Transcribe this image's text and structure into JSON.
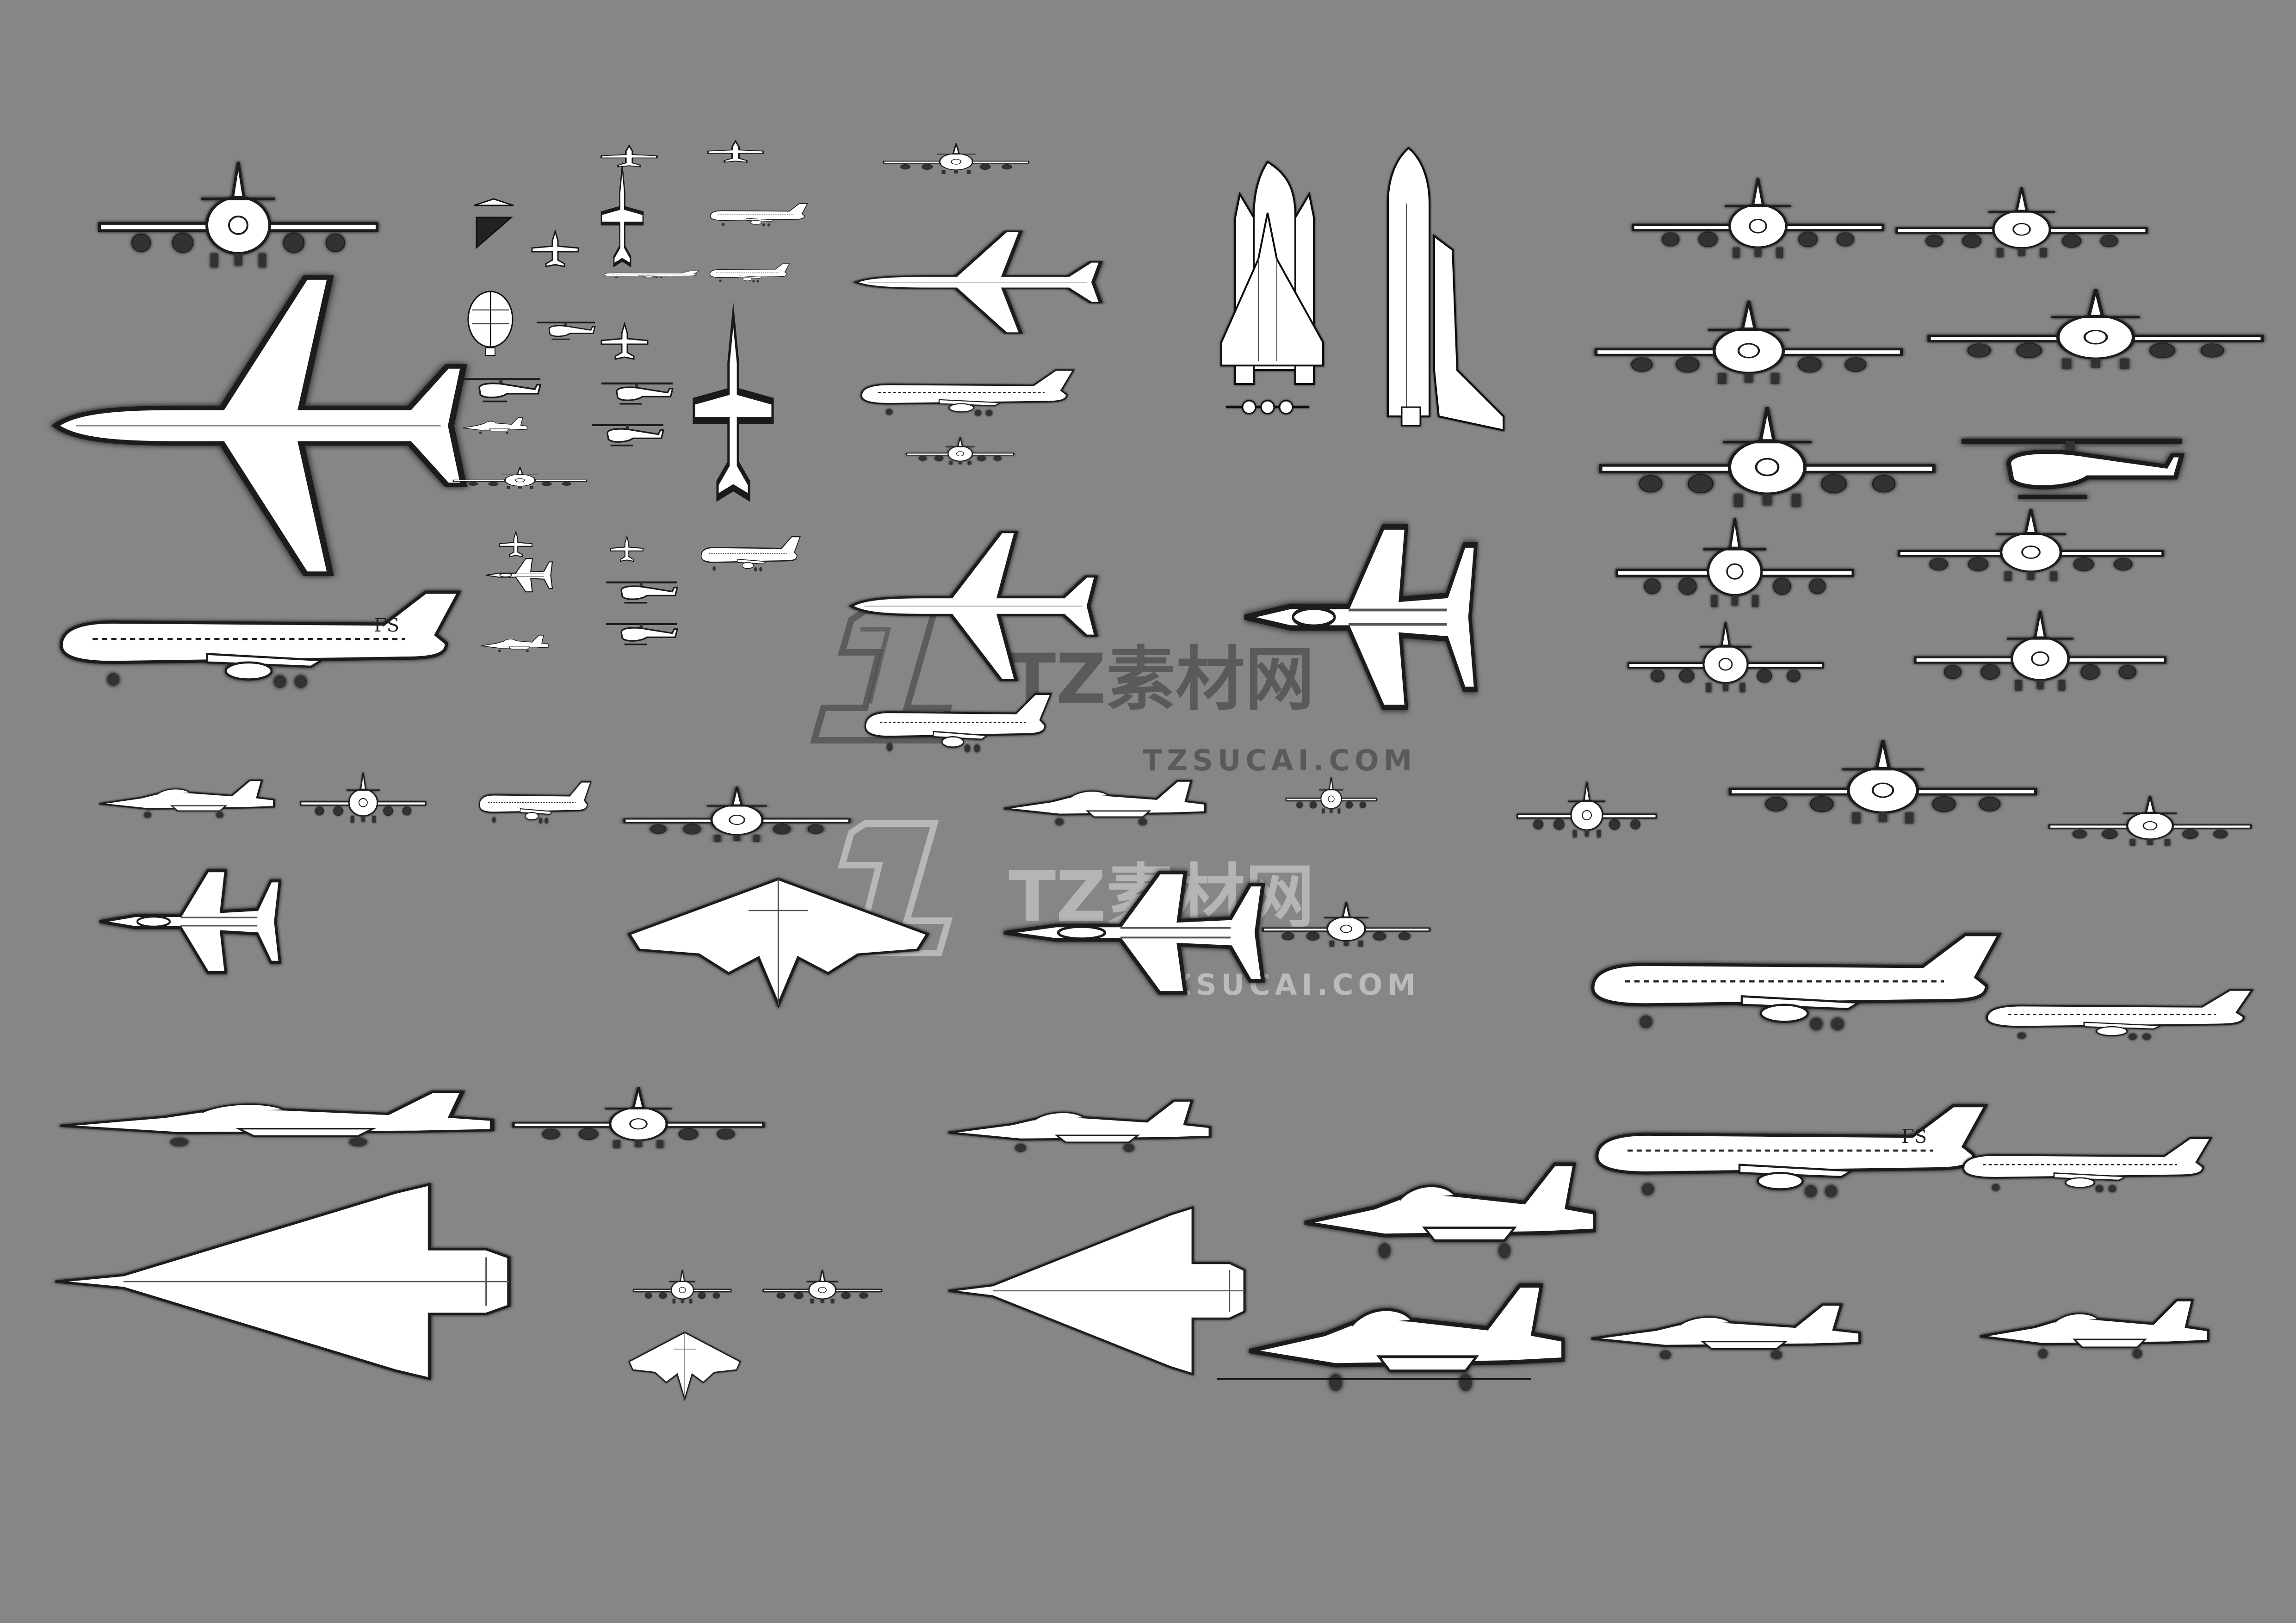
{
  "watermark": {
    "cn_text": "TZ素材网",
    "url_text": "TZSUCAI.COM",
    "url_text_2": "ZSUCAI.COM"
  },
  "tail_mark": {
    "text": "FS"
  },
  "colors": {
    "background": "#868686",
    "fill": "#ffffff",
    "stroke": "#1a1a1a",
    "shadow": "#1f1f1f"
  }
}
